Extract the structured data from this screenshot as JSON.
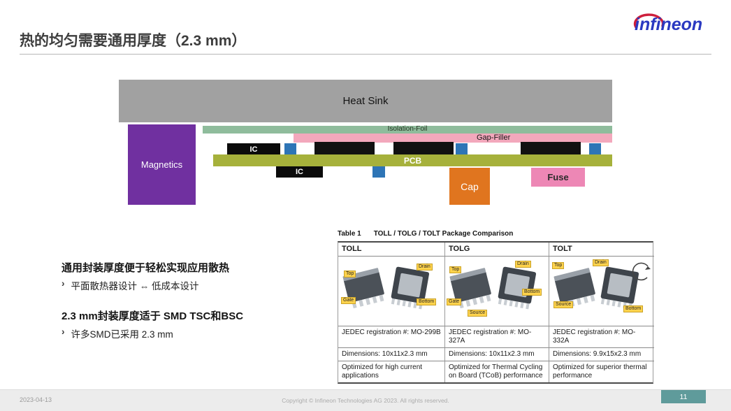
{
  "slide": {
    "title": "热的均匀需要通用厚度（2.3 mm）",
    "logo_text": "infineon"
  },
  "diagram": {
    "heat_sink": "Heat Sink",
    "isolation_foil": "Isolation-Foil",
    "gap_filler": "Gap-Filler",
    "pcb": "PCB",
    "magnetics": "Magnetics",
    "ic_top": "IC",
    "ic_bottom": "IC",
    "cap": "Cap",
    "fuse": "Fuse"
  },
  "bullets": {
    "bullet_char": "›",
    "heading1": "通用封装厚度便于轻松实现应用散热",
    "item1": "平面散热器设计 ⇔ 低成本设计",
    "heading2": "2.3 mm封装厚度适于 SMD TSC和BSC",
    "item2": "许多SMD已采用 2.3 mm"
  },
  "table": {
    "caption_label": "Table 1",
    "caption_title": "TOLL / TOLG / TOLT Package Comparison",
    "columns": [
      {
        "name": "TOLL",
        "jedec": "JEDEC registration #: MO-299B",
        "dimensions": "Dimensions: 10x11x2.3 mm",
        "optimized": "Optimized for high current applications",
        "tags": [
          "Top",
          "Gate",
          "Drain",
          "Bottom"
        ]
      },
      {
        "name": "TOLG",
        "jedec": "JEDEC registration #: MO-327A",
        "dimensions": "Dimensions: 10x11x2.3 mm",
        "optimized": "Optimized for Thermal Cycling on Board (TCoB) performance",
        "tags": [
          "Top",
          "Gate",
          "Source",
          "Drain",
          "Bottom"
        ]
      },
      {
        "name": "TOLT",
        "jedec": "JEDEC registration #: MO-332A",
        "dimensions": "Dimensions: 9.9x15x2.3 mm",
        "optimized": "Optimized for superior thermal performance",
        "tags": [
          "Top",
          "Drain",
          "Source",
          "Bottom"
        ]
      }
    ]
  },
  "footer": {
    "date": "2023-04-13",
    "copyright": "Copyright © Infineon Technologies AG 2023. All rights reserved.",
    "page": "11"
  },
  "colors": {
    "heat_sink": "#A1A1A1",
    "isolation_foil": "#8FBC9C",
    "gap_filler": "#F3A8BC",
    "pcb": "#A6B13B",
    "magnetics": "#7030A0",
    "cap": "#E0751F",
    "fuse": "#ED87B5",
    "solder_blue": "#2E75B6",
    "page_badge_teal": "#5F9B9B",
    "logo_blue": "#2A39C1",
    "logo_red": "#CE1F3C"
  }
}
